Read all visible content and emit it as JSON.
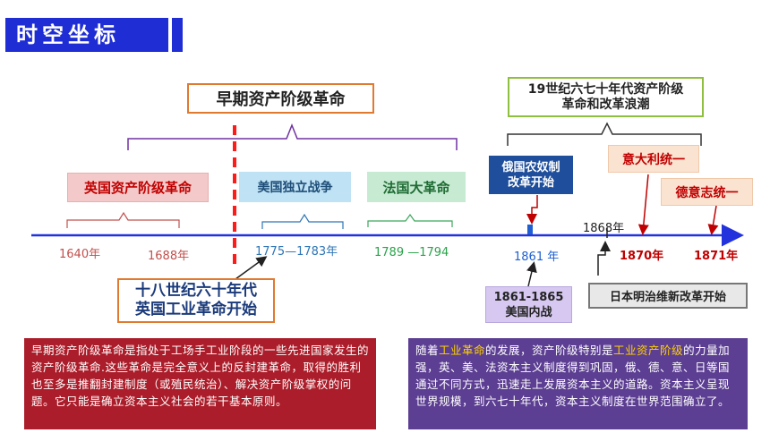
{
  "title": "时空坐标",
  "headers": {
    "early": "早期资产阶级革命",
    "wave_line1": "19世纪六七十年代资产阶级",
    "wave_line2": "革命和改革浪潮"
  },
  "events": {
    "england": "英国资产阶级革命",
    "america": "美国独立战争",
    "france": "法国大革命",
    "russia_line1": "俄国农奴制",
    "russia_line2": "改革开始",
    "italy": "意大利统一",
    "germany": "德意志统一",
    "industrial_line1": "十八世纪六十年代",
    "industrial_line2": "英国工业革命开始",
    "civilwar_line1": "1861-1865",
    "civilwar_line2": "美国内战",
    "meiji": "日本明治维新改革开始"
  },
  "years": {
    "y1640": "1640年",
    "y1688": "1688年",
    "y1775": "1775—1783年",
    "y1789": "1789 —1794",
    "y1861": "1861 年",
    "y1868": "1868年",
    "y1870": "1870年",
    "y1871": "1871年"
  },
  "panels": {
    "left": "早期资产阶级革命是指处于工场手工业阶段的一些先进国家发生的资产阶级革命.这些革命是完全意义上的反封建革命，取得的胜利也至多是推翻封建制度（或殖民统治）、解决资产阶级掌权的问题。它只能是确立资本主义社会的若干基本原则。",
    "right_p1": "随着",
    "right_h1": "工业革命",
    "right_p2": "的发展，资产阶级特别是",
    "right_h2": "工业资产阶级",
    "right_p3": "的力量加强，英、美、法资本主义制度得到巩固，俄、德、意、日等国通过不同方式，迅速走上发展资本主义的道路。资本主义呈现世界规模，到六七十年代，资本主义制度在世界范围确立了。"
  },
  "colors": {
    "title_blue": "#1f2ed4",
    "axis_blue": "#2233dd",
    "red": "#c00000",
    "purple": "#7030a0",
    "left_panel": "#ab1d2a",
    "right_panel": "#5c3e92",
    "highlight": "#ffd200"
  }
}
